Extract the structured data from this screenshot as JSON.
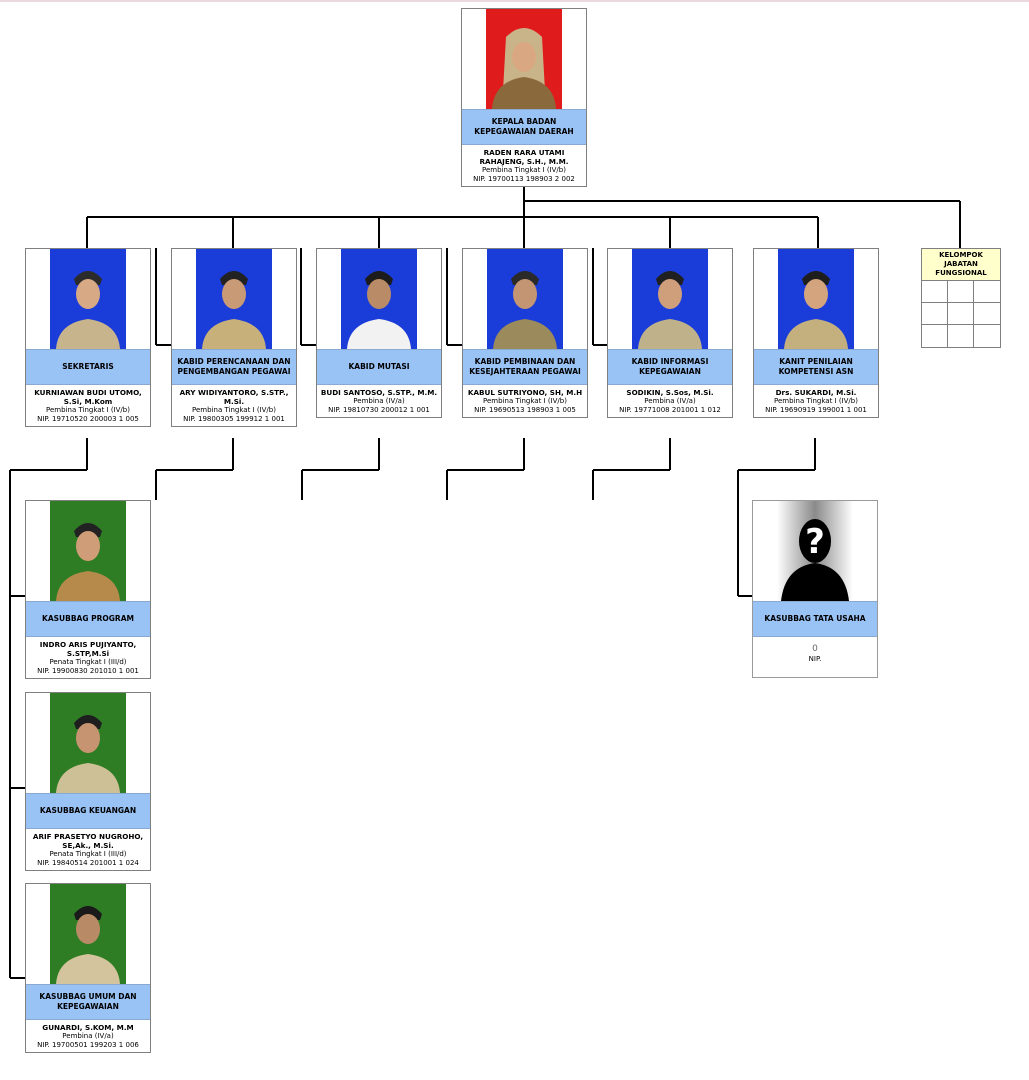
{
  "colors": {
    "title_band": "#99c2f5",
    "fungsional_header": "#ffffcc",
    "photo_red": "#e01b1b",
    "photo_blue": "#1a3cd8",
    "photo_green": "#2e7d24"
  },
  "head": {
    "title": "KEPALA BADAN KEPEGAWAIAN DAERAH",
    "name": "RADEN RARA UTAMI RAHAJENG, S.H., M.M.",
    "rank": "Pembina Tingkat I (IV/b)",
    "nip": "NIP. 19700113 198903 2 002",
    "photo_bg": "red"
  },
  "units": [
    {
      "title": "SEKRETARIS",
      "name": "KURNIAWAN BUDI UTOMO, S.Si, M.Kom",
      "rank": "Pembina Tingkat I (IV/b)",
      "nip": "NIP. 19710520 200003 1 005",
      "photo_bg": "blue"
    },
    {
      "title": "KABID PERENCANAAN DAN PENGEMBANGAN PEGAWAI",
      "name": "ARY WIDIYANTORO, S.STP., M.Si.",
      "rank": "Pembina Tingkat I (IV/b)",
      "nip": "NIP. 19800305 199912 1 001",
      "photo_bg": "blue"
    },
    {
      "title": "KABID MUTASI",
      "name": "BUDI SANTOSO, S.STP., M.M.",
      "rank": "Pembina (IV/a)",
      "nip": "NIP. 19810730 200012 1 001",
      "photo_bg": "blue"
    },
    {
      "title": "KABID PEMBINAAN DAN KESEJAHTERAAN PEGAWAI",
      "name": "KABUL SUTRIYONO, SH, M.H",
      "rank": "Pembina Tingkat I (IV/b)",
      "nip": "NIP. 19690513 198903 1 005",
      "photo_bg": "blue"
    },
    {
      "title": "KABID INFORMASI KEPEGAWAIAN",
      "name": "SODIKIN, S.Sos, M.Si.",
      "rank": "Pembina (IV/a)",
      "nip": "NIP. 19771008 201001 1 012",
      "photo_bg": "blue"
    },
    {
      "title": "KANIT PENILAIAN KOMPETENSI ASN",
      "name": "Drs. SUKARDI, M.Si.",
      "rank": "Pembina Tingkat I (IV/b)",
      "nip": "NIP. 19690919 199001 1 001",
      "photo_bg": "blue"
    }
  ],
  "fungsional": {
    "title": "KELOMPOK JABATAN FUNGSIONAL"
  },
  "subunits": [
    {
      "title": "KASUBBAG PROGRAM",
      "name": "INDRO ARIS PUJIYANTO, S.STP,M.Si",
      "rank": "Penata Tingkat I (III/d)",
      "nip": "NIP. 19900830 201010 1 001",
      "photo_bg": "green"
    },
    {
      "title": "KASUBBAG KEUANGAN",
      "name": "ARIF PRASETYO NUGROHO, SE,Ak., M.Si.",
      "rank": "Penata Tingkat I (III/d)",
      "nip": "NIP. 19840514 201001 1 024",
      "photo_bg": "green"
    },
    {
      "title": "KASUBBAG UMUM DAN KEPEGAWAIAN",
      "name": "GUNARDI, S.KOM, M.M",
      "rank": "Pembina (IV/a)",
      "nip": "NIP. 19700501 199203 1 006",
      "photo_bg": "green"
    }
  ],
  "tata_usaha": {
    "title": "KASUBBAG TATA USAHA",
    "value": "0",
    "nip": "NIP."
  }
}
